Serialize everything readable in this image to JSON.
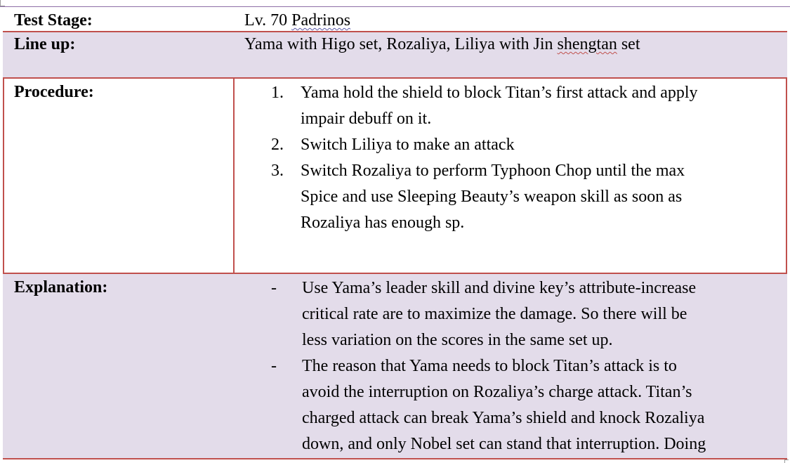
{
  "rows": {
    "test_stage": {
      "label": "Test Stage:",
      "value_prefix": "Lv. 70 ",
      "value_marked": "Padrinos"
    },
    "line_up": {
      "label": "Line up:",
      "value_prefix": "Yama with Higo set, Rozaliya, Liliya with Jin ",
      "value_marked": "shengtan",
      "value_suffix": " set"
    },
    "procedure": {
      "label": "Procedure:",
      "steps": [
        {
          "marker": "1.",
          "lines": [
            "Yama hold the shield to block Titan’s first attack and apply",
            "impair debuff on it."
          ]
        },
        {
          "marker": "2.",
          "lines": [
            "Switch Liliya to make an attack"
          ]
        },
        {
          "marker": "3.",
          "lines": [
            "Switch Rozaliya to perform Typhoon Chop until the max",
            "Spice and use Sleeping Beauty’s weapon skill as soon as",
            "Rozaliya has enough sp."
          ]
        }
      ]
    },
    "explanation": {
      "label": "Explanation:",
      "points": [
        {
          "marker": "-",
          "lines": [
            "Use Yama’s leader skill and divine key’s attribute-increase",
            "critical rate are to maximize the damage. So there will be",
            "less variation on the scores in the same set up."
          ]
        },
        {
          "marker": "-",
          "lines": [
            "The reason that Yama needs to block Titan’s attack is to",
            "avoid the interruption on Rozaliya’s charge attack. Titan’s",
            "charged attack can break Yama’s shield and knock Rozaliya",
            "down, and only Nobel set can stand that interruption. Doing"
          ]
        }
      ]
    }
  },
  "colors": {
    "accent_border": "#c0504d",
    "band_fill": "#e3dcea",
    "top_rule": "#8e6ea6"
  }
}
